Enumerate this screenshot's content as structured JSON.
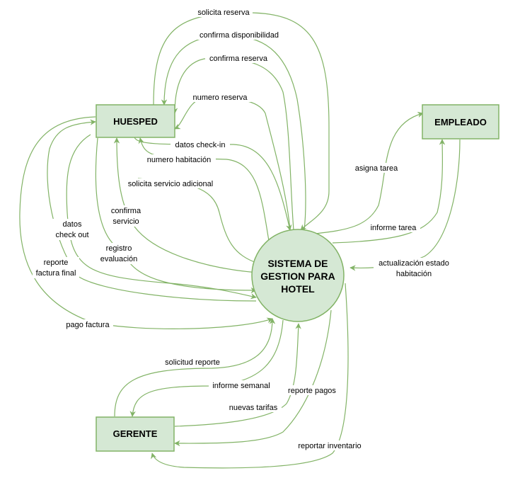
{
  "colors": {
    "fill": "#d5e8d4",
    "stroke": "#82b366"
  },
  "entities": {
    "huesped": "HUESPED",
    "empleado": "EMPLEADO",
    "gerente": "GERENTE"
  },
  "process": {
    "line1": "SISTEMA DE",
    "line2": "GESTION PARA",
    "line3": "HOTEL"
  },
  "flows": {
    "solicita_reserva": "solicita reserva",
    "confirma_disponibilidad": "confirma disponibilidad",
    "confirma_reserva": "confirma reserva",
    "numero_reserva": "numero reserva",
    "datos_checkin": "datos check-in",
    "numero_habitacion": "numero habitación",
    "solicita_servicio": "solicita servicio adicional",
    "confirma_servicio_1": "confirma",
    "confirma_servicio_2": "servicio",
    "datos_checkout_1": "datos",
    "datos_checkout_2": "check out",
    "registro_evaluacion_1": "registro",
    "registro_evaluacion_2": "evaluación",
    "reporte_factura_1": "reporte",
    "reporte_factura_2": "factura final",
    "pago_factura": "pago factura",
    "asigna_tarea": "asigna tarea",
    "informe_tarea": "informe tarea",
    "actualizacion_1": "actualización estado",
    "actualizacion_2": "habitación",
    "solicitud_reporte": "solicitud reporte",
    "informe_semanal": "informe semanal",
    "nuevas_tarifas": "nuevas tarifas",
    "reporte_pagos": "reporte pagos",
    "reportar_inventario": "reportar inventario"
  }
}
